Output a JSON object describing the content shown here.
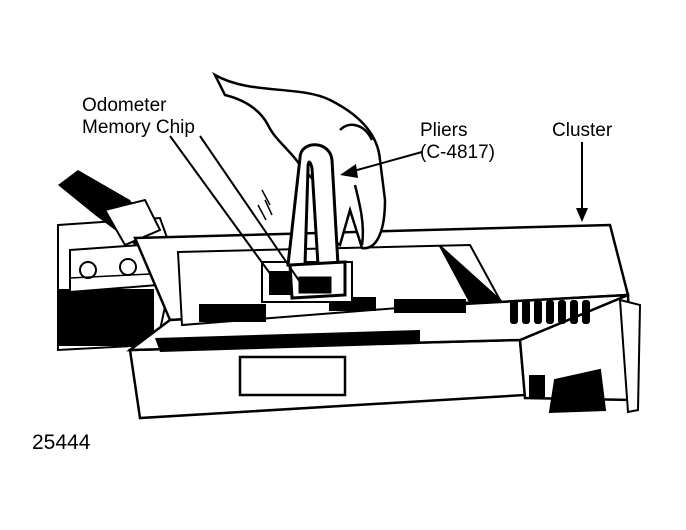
{
  "labels": {
    "chip_line1": "Odometer",
    "chip_line2": "Memory Chip",
    "pliers_line1": "Pliers",
    "pliers_line2": "(C-4817)",
    "cluster": "Cluster"
  },
  "figure_number": "25444",
  "colors": {
    "ink": "#000000",
    "paper": "#ffffff"
  }
}
